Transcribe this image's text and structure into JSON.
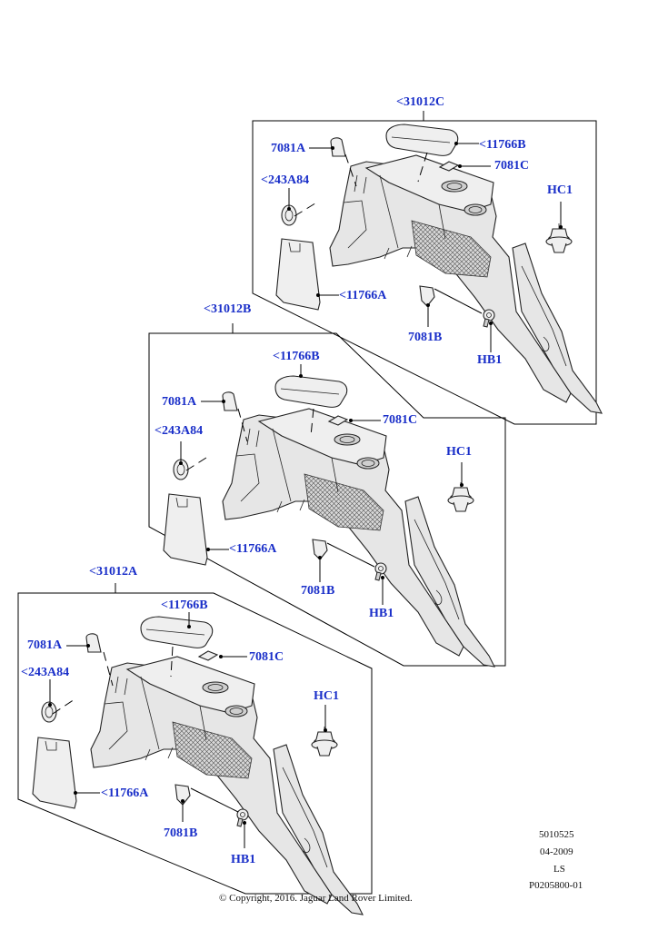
{
  "assemblies": [
    {
      "id": "C",
      "assembly_label": "<31012C",
      "labels": {
        "cover_b": "<11766B",
        "clip_c": "7081C",
        "clip_a": "7081A",
        "grommet": "<243A84",
        "cover_a": "<11766A",
        "clip_b": "7081B",
        "bolt": "HB1",
        "plug": "HC1"
      }
    },
    {
      "id": "B",
      "assembly_label": "<31012B",
      "labels": {
        "cover_b": "<11766B",
        "clip_c": "7081C",
        "clip_a": "7081A",
        "grommet": "<243A84",
        "cover_a": "<11766A",
        "clip_b": "7081B",
        "bolt": "HB1",
        "plug": "HC1"
      }
    },
    {
      "id": "A",
      "assembly_label": "<31012A",
      "labels": {
        "cover_b": "<11766B",
        "clip_c": "7081C",
        "clip_a": "7081A",
        "grommet": "<243A84",
        "cover_a": "<11766A",
        "clip_b": "7081B",
        "bolt": "HB1",
        "plug": "HC1"
      }
    }
  ],
  "reference_block": {
    "line1": "5010525",
    "line2": "04-2009",
    "line3": "LS",
    "line4": "P0205800-01"
  },
  "copyright": "© Copyright, 2016. Jaguar Land Rover Limited.",
  "colors": {
    "callout_text": "#1a2fc9",
    "line_art": "#222222",
    "part_fill": "#e6e6e6"
  }
}
